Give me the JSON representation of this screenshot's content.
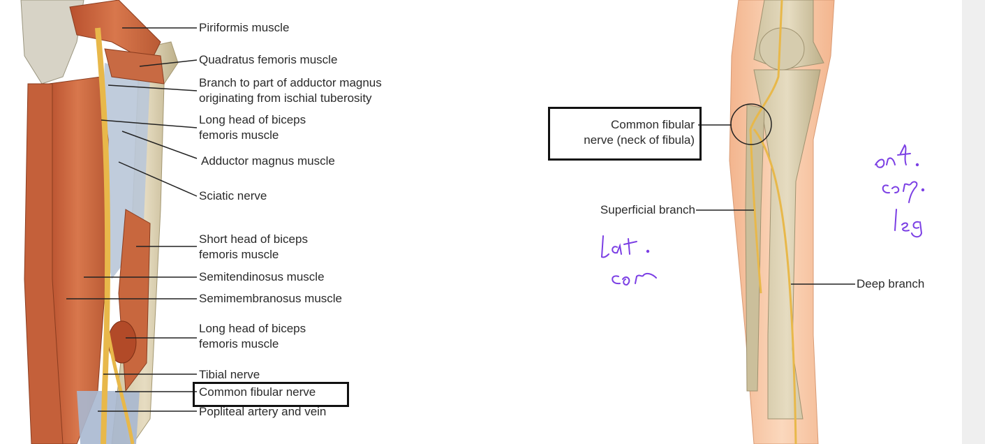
{
  "left_labels": [
    {
      "id": "piriformis",
      "text": "Piriformis muscle"
    },
    {
      "id": "quadratus",
      "text": "Quadratus femoris muscle"
    },
    {
      "id": "branch-adductor",
      "text": "Branch to part of adductor magnus\noriginating from ischial tuberosity"
    },
    {
      "id": "long-head-1",
      "text": "Long head of biceps\nfemoris muscle"
    },
    {
      "id": "adductor",
      "text": "Adductor magnus muscle"
    },
    {
      "id": "sciatic",
      "text": "Sciatic nerve"
    },
    {
      "id": "short-head",
      "text": "Short head of biceps\nfemoris muscle"
    },
    {
      "id": "semitendinosus",
      "text": "Semitendinosus muscle"
    },
    {
      "id": "semimembranosus",
      "text": "Semimembranosus muscle"
    },
    {
      "id": "long-head-2",
      "text": "Long head of biceps\nfemoris muscle"
    },
    {
      "id": "tibial",
      "text": "Tibial nerve"
    },
    {
      "id": "common-fibular",
      "text": "Common fibular nerve"
    },
    {
      "id": "popliteal",
      "text": "Popliteal artery and vein"
    }
  ],
  "right_labels": [
    {
      "id": "common-fibular-neck",
      "text": "Common fibular\nnerve (neck of fibula)"
    },
    {
      "id": "superficial",
      "text": "Superficial branch"
    },
    {
      "id": "deep",
      "text": "Deep branch"
    }
  ],
  "handwritten_notes": [
    {
      "id": "note-ant",
      "text": "ant.\ncomp.\nleg"
    },
    {
      "id": "note-lat",
      "text": "lat.\ncomp"
    }
  ],
  "colors": {
    "ink": "#7b3fe4",
    "box": "#111111",
    "nerve": "#e8b84a",
    "muscle": "#c9663f",
    "bone": "#d9cfb0",
    "skin": "#f6c7a3"
  }
}
